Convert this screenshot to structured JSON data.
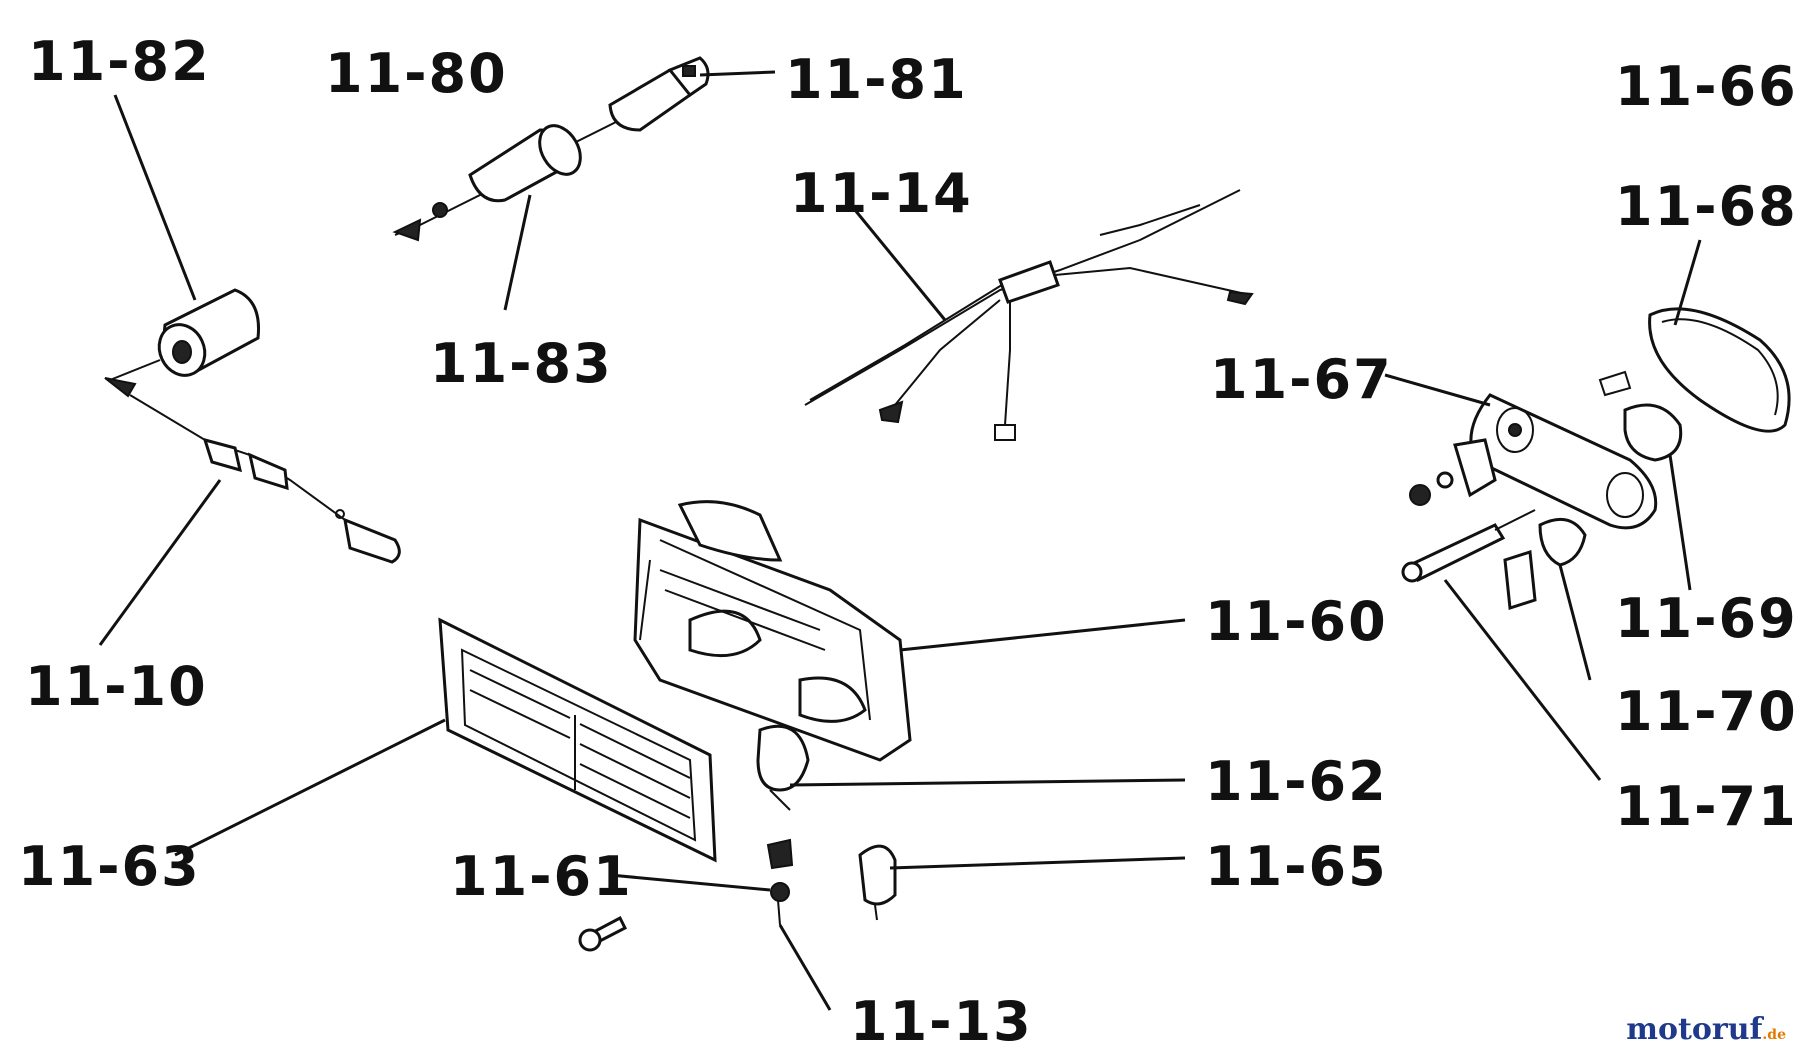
{
  "callouts": {
    "c1182": "11-82",
    "c1180": "11-80",
    "c1181": "11-81",
    "c1166": "11-66",
    "c1114": "11-14",
    "c1168": "11-68",
    "c1183": "11-83",
    "c1167": "11-67",
    "c1160": "11-60",
    "c1169": "11-69",
    "c1110": "11-10",
    "c1170": "11-70",
    "c1162": "11-62",
    "c1171": "11-71",
    "c1163": "11-63",
    "c1161": "11-61",
    "c1165": "11-65",
    "c1113": "11-13"
  },
  "watermark": {
    "main": "motoruf",
    "tld": ".de"
  },
  "colors": {
    "ink": "#111111",
    "watermark_blue": "#1f3a8a",
    "watermark_orange": "#e07a00"
  }
}
